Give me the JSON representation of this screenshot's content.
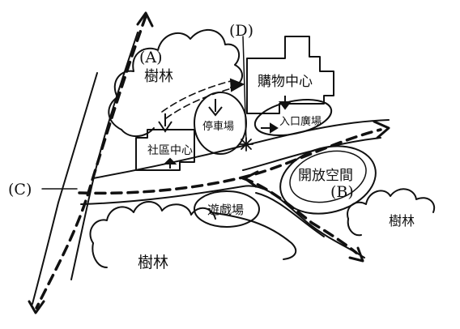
{
  "labels": {
    "A": "(A)",
    "B": "(B)",
    "C": "(C)",
    "D": "(D)"
  },
  "areas": {
    "forest_top": "樹林",
    "forest_right": "樹林",
    "forest_bottom": "樹林",
    "shopping_center": "購物中心",
    "community_center": "社區中心",
    "parking_lot": "停車場",
    "entrance_plaza": "入口廣場",
    "open_space": "開放空間",
    "playground": "遊戲場"
  },
  "icons": {
    "road": "dashed-road",
    "path": "dotted-path",
    "arrow": "arrow-head",
    "tree_canopy": "cloud-tree-outline",
    "intersection": "star-junction"
  },
  "colors": {
    "ink": "#111111",
    "paper": "#ffffff"
  }
}
